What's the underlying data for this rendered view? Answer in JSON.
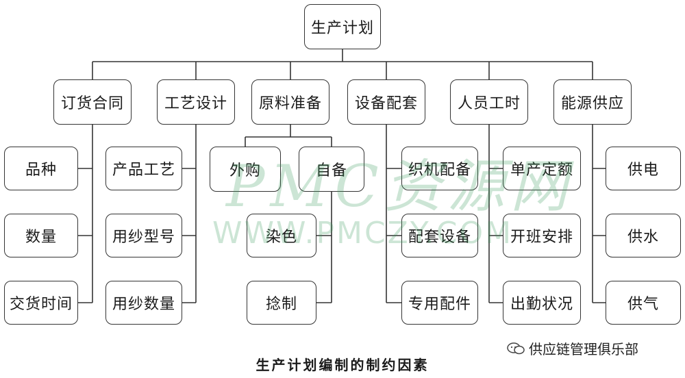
{
  "root": "生产计划",
  "categories": {
    "order": "订货合同",
    "process": "工艺设计",
    "material": "原料准备",
    "equipment": "设备配套",
    "staff": "人员工时",
    "energy": "能源供应"
  },
  "items": {
    "order": [
      "品种",
      "数量",
      "交货时间"
    ],
    "process": [
      "产品工艺",
      "用纱型号",
      "用纱数量"
    ],
    "material_top": [
      "外购",
      "自备"
    ],
    "material_sub": [
      "染色",
      "捻制"
    ],
    "equipment": [
      "织机配备",
      "配套设备",
      "专用配件"
    ],
    "staff": [
      "单产定额",
      "开班安排",
      "出勤状况"
    ],
    "energy": [
      "供电",
      "供水",
      "供气"
    ]
  },
  "watermark": {
    "text": "PMC资源网",
    "url": "WWW.PMCZY.COM"
  },
  "caption": "生产计划编制的制约因素",
  "brand": "供应链管理俱乐部"
}
